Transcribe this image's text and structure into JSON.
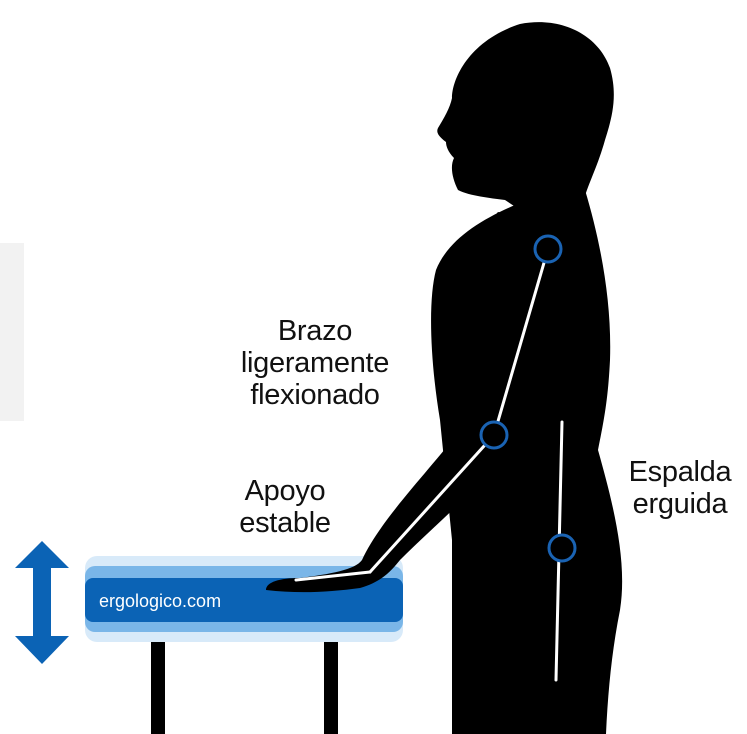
{
  "labels": {
    "arm": [
      "Brazo",
      "ligeramente",
      "flexionado"
    ],
    "support": [
      "Apoyo",
      "estable"
    ],
    "back": [
      "Espalda",
      "erguida"
    ]
  },
  "website": "ergologico.com",
  "colors": {
    "silhouette": "#000000",
    "accent_blue": "#0b63b5",
    "light_blue": "#5fa6e0",
    "pale_blue": "#cfe4f7",
    "joint_stroke": "#1a63b3",
    "side_panel": "#f2f2f2"
  },
  "icons": {
    "height_adjust": "double-headed-vertical-arrow-icon"
  }
}
